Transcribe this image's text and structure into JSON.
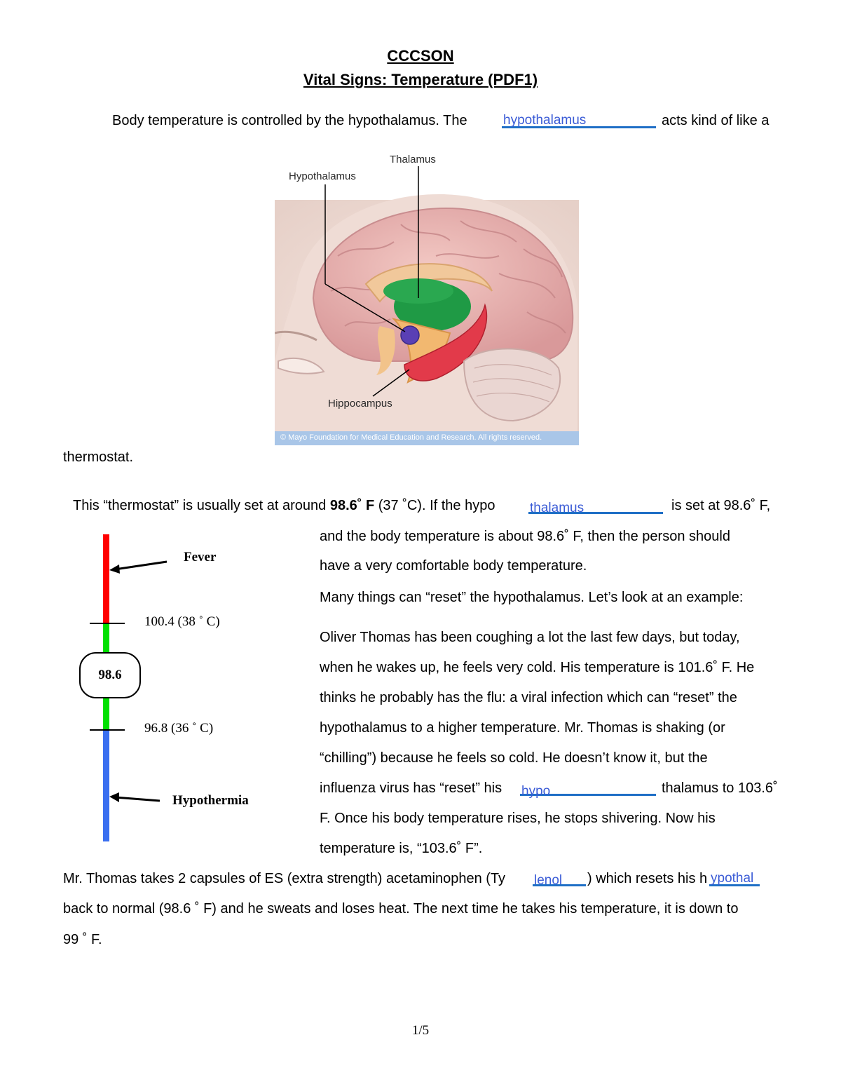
{
  "header": {
    "org": "CCCSON",
    "title": "Vital Signs: Temperature (PDF1)"
  },
  "para1": {
    "pre": "Body temperature is controlled by the hypothalamus. The",
    "fill": "hypothalamus",
    "post": "acts kind of like a",
    "end": "thermostat."
  },
  "figure": {
    "labels": {
      "thalamus": "Thalamus",
      "hypothalamus": "Hypothalamus",
      "hippocampus": "Hippocampus"
    },
    "credit": "© Mayo Foundation for Medical Education and Research. All rights reserved."
  },
  "para2": {
    "pre_a": "This “thermostat” is usually set at around ",
    "bold": "98.6˚ F",
    "pre_b": " (37 ˚C). If the hypo",
    "fill": "thalamus",
    "post": "is set at 98.6˚ F,"
  },
  "right_lines": [
    "and the body temperature is about 98.6˚ F, then the person should",
    "have a very comfortable body temperature.",
    "Many things can “reset” the hypothalamus. Let’s look at an example:",
    "Oliver Thomas has been coughing a lot the last few days, but today,",
    "when he wakes up, he feels very cold. His temperature is 101.6˚ F. He",
    "thinks he probably has the flu: a viral infection which can “reset” the",
    "hypothalamus to a higher temperature. Mr. Thomas is shaking (or",
    "“chilling”) because he feels so cold. He doesn’t know it, but the"
  ],
  "influenza_line": {
    "pre": "influenza virus has “reset” his",
    "fill": "hypo",
    "post": "thalamus to 103.6˚"
  },
  "right_lines_after": [
    "F. Once his body temperature rises, he stops shivering. Now his",
    "temperature is, “103.6˚ F”."
  ],
  "para3": {
    "pre": "Mr. Thomas takes 2 capsules of ES (extra strength) acetaminophen (Ty",
    "fill1": "lenol",
    "mid": ") which resets his h",
    "fill2": "ypothal",
    "line2": "back to normal (98.6 ˚ F) and he sweats and loses heat. The next time he takes his temperature, it is down to",
    "line3": "99 ˚ F."
  },
  "thermometer": {
    "fever_label": "Fever",
    "upper_label": "100.4 (38 ˚ C)",
    "center_label": "98.6",
    "lower_label": "96.8 (36 ˚ C)",
    "hypothermia_label": "Hypothermia",
    "colors": {
      "fever": "#ff0000",
      "normal": "#00e000",
      "hypothermia": "#3a6ff0"
    }
  },
  "footer": {
    "page": "1/5"
  }
}
